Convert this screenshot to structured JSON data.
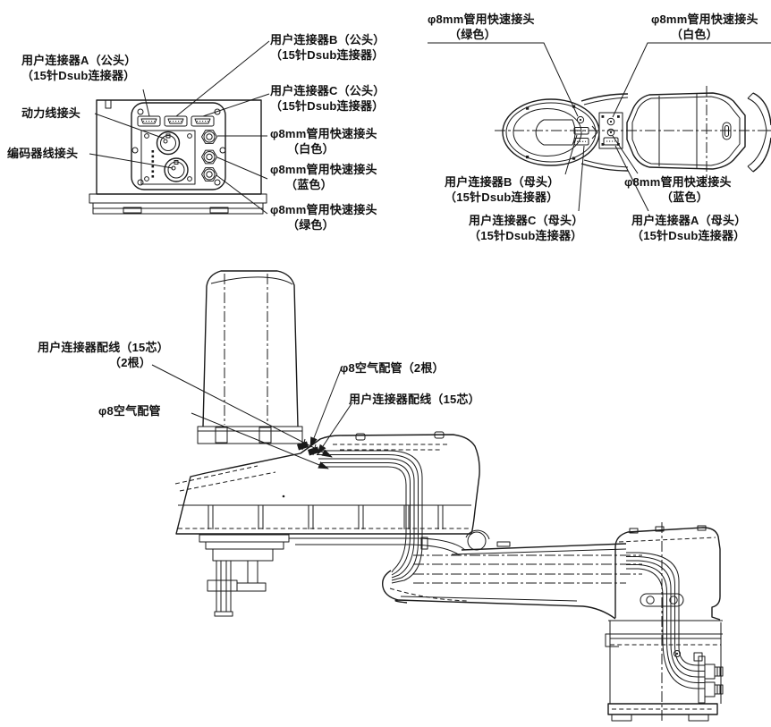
{
  "figure": {
    "colors": {
      "line": "#1a1a1a",
      "background": "#ffffff"
    },
    "rear_view": {
      "labels": {
        "connector_a": {
          "l1": "用户连接器A（公头）",
          "l2": "（15针Dsub连接器）"
        },
        "power": {
          "l1": "动力线接头"
        },
        "encoder": {
          "l1": "编码器线接头"
        },
        "connector_b": {
          "l1": "用户连接器B（公头）",
          "l2": "（15针Dsub连接器）"
        },
        "connector_c": {
          "l1": "用户连接器C（公头）",
          "l2": "（15针Dsub连接器）"
        },
        "fitting_white": {
          "l1": "φ8mm管用快速接头",
          "l2": "（白色）"
        },
        "fitting_blue": {
          "l1": "φ8mm管用快速接头",
          "l2": "（蓝色）"
        },
        "fitting_green": {
          "l1": "φ8mm管用快速接头",
          "l2": "（绿色）"
        }
      }
    },
    "top_view": {
      "labels": {
        "fitting_green": {
          "l1": "φ8mm管用快速接头",
          "l2": "（绿色）"
        },
        "fitting_white": {
          "l1": "φ8mm管用快速接头",
          "l2": "（白色）"
        },
        "fitting_blue": {
          "l1": "φ8mm管用快速接头",
          "l2": "（蓝色）"
        },
        "connector_b": {
          "l1": "用户连接器B（母头）",
          "l2": "（15针Dsub连接器）"
        },
        "connector_c": {
          "l1": "用户连接器C（母头）",
          "l2": "（15针Dsub连接器）"
        },
        "connector_a": {
          "l1": "用户连接器A（母头）",
          "l2": "（15针Dsub连接器）"
        }
      }
    },
    "side_view": {
      "labels": {
        "user_wiring_two": {
          "l1": "用户连接器配线（15芯）",
          "l2": "（2根）"
        },
        "air_tube": {
          "l1": "φ8空气配管"
        },
        "air_tube_two": {
          "l1": "φ8空气配管（2根）"
        },
        "user_wiring": {
          "l1": "用户连接器配线（15芯）"
        }
      }
    }
  }
}
